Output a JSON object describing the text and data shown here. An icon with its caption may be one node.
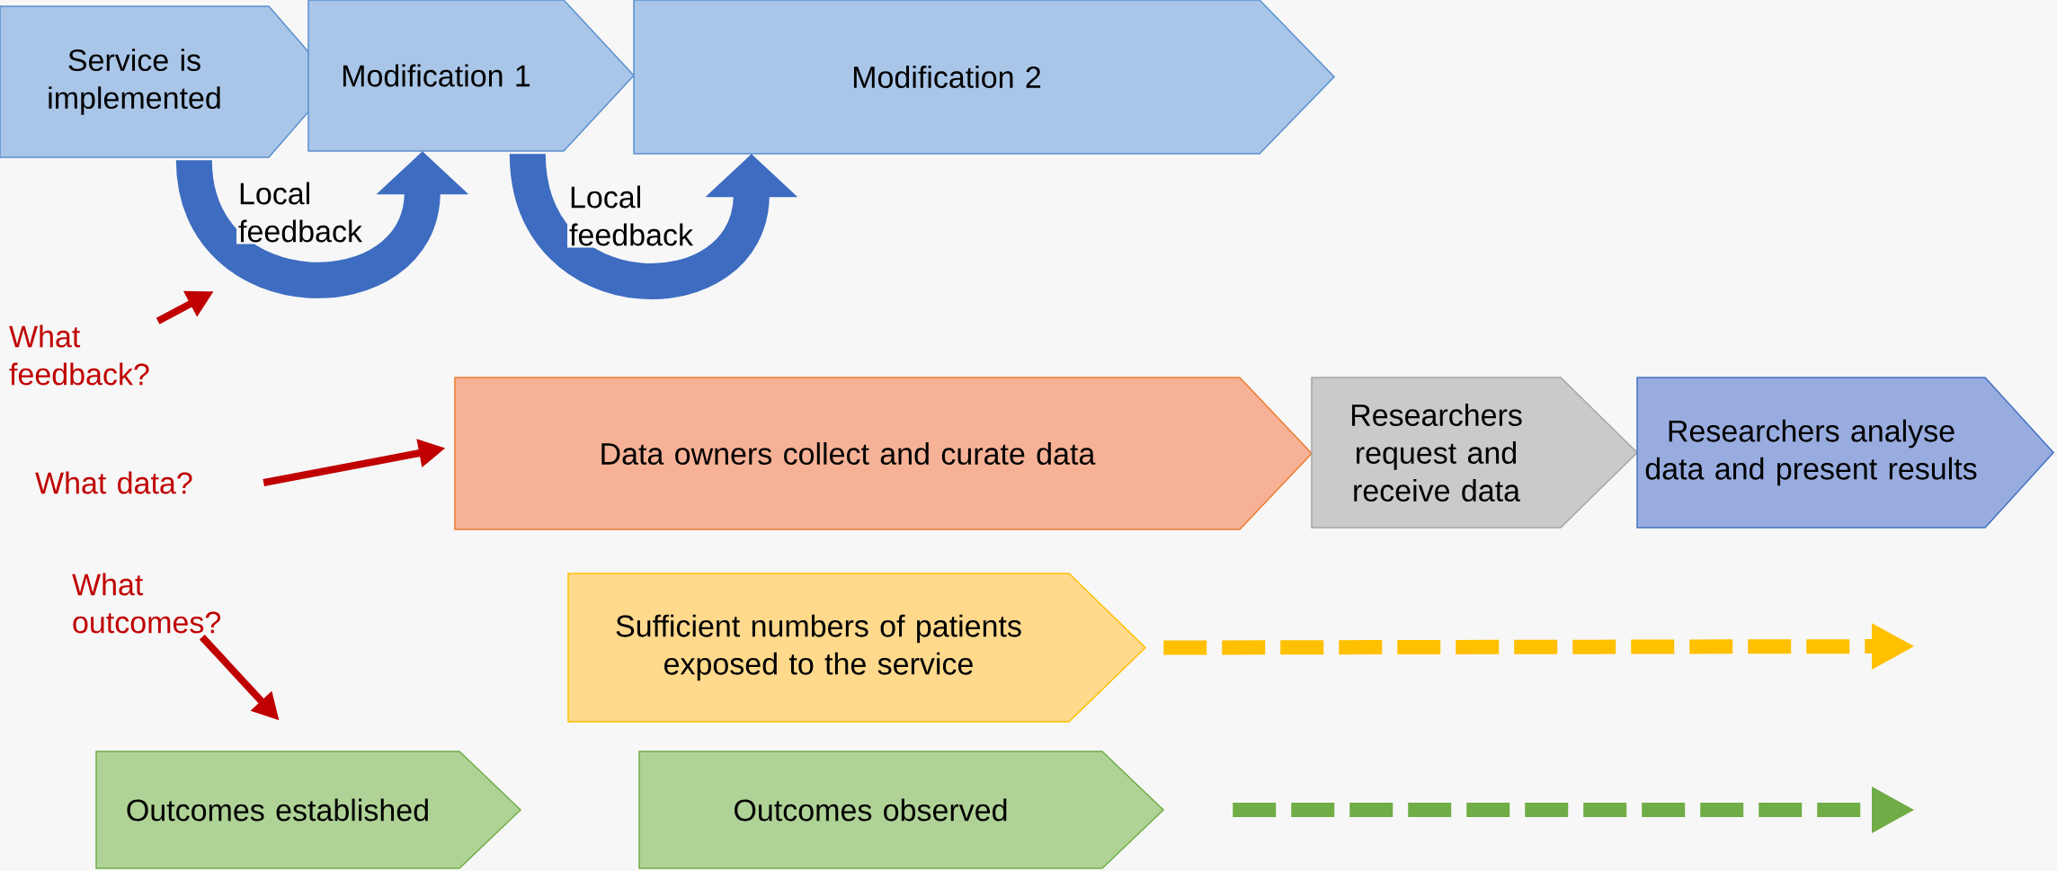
{
  "diagram": {
    "nodes": [
      {
        "text": [
          "Service is implemented"
        ]
      },
      {
        "text": [
          "Modification 1"
        ]
      },
      {
        "text": [
          "Modification 2"
        ]
      },
      {
        "text": [
          "What feedback?"
        ]
      },
      {
        "text": [
          "What data?"
        ]
      },
      {
        "text": [
          "Data owners collect and curate data"
        ]
      },
      {
        "text": [
          "Researchers request and receive data"
        ]
      },
      {
        "text": [
          "Researchers analyse data and present results"
        ]
      },
      {
        "text": [
          "What outcomes?"
        ]
      },
      {
        "text": [
          "Sufficient numbers of patients exposed to the service"
        ]
      },
      {
        "text": [
          "Outcomes established"
        ]
      },
      {
        "text": [
          "Outcomes observed"
        ]
      }
    ],
    "edges": [
      {
        "from": 0,
        "to": 1,
        "arrow": "to",
        "label": "Local feedback",
        "style": "thick",
        "color": "#3d6cc1"
      },
      {
        "from": 1,
        "to": 2,
        "arrow": "to",
        "label": "Local feedback",
        "style": "thick",
        "color": "#3d6cc1"
      },
      {
        "from": 3,
        "to": null,
        "arrow": "to",
        "color": "#c00000"
      },
      {
        "from": 4,
        "to": 5,
        "arrow": "to",
        "color": "#c00000"
      },
      {
        "from": 8,
        "to": 10,
        "arrow": "to",
        "color": "#c00000"
      },
      {
        "from": 9,
        "to": null,
        "arrow": "to",
        "style": "dashed",
        "color": "#ffc000"
      },
      {
        "from": 11,
        "to": null,
        "arrow": "to",
        "style": "dashed",
        "color": "#70ad47"
      }
    ]
  }
}
